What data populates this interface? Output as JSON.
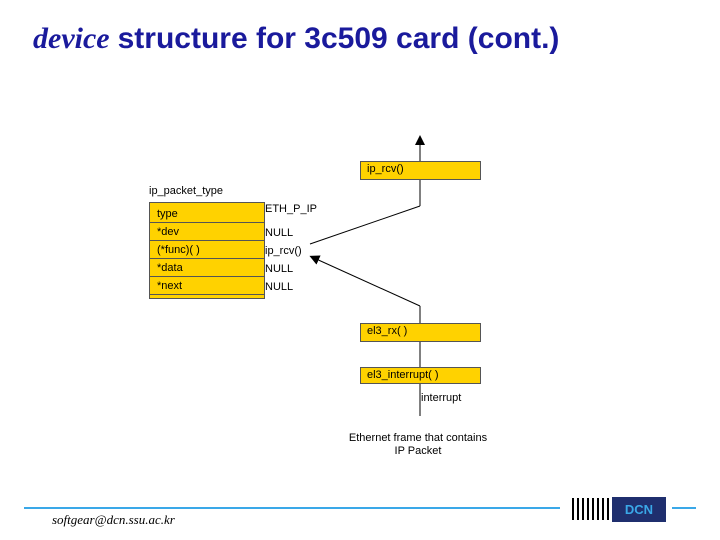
{
  "slide": {
    "title_italic": "device",
    "title_rest": "structure for 3c509 card (cont.)"
  },
  "diagram": {
    "struct_name": "ip_packet_type",
    "fields": [
      {
        "name": "type",
        "value": "ETH_P_IP"
      },
      {
        "name": "*dev",
        "value": "NULL"
      },
      {
        "name": "(*func)( )",
        "value": "ip_rcv()"
      },
      {
        "name": "*data",
        "value": "NULL"
      },
      {
        "name": "*next",
        "value": "NULL"
      }
    ],
    "functions": {
      "ip_rcv": "ip_rcv()",
      "el3_rx": "el3_rx( )",
      "el3_interrupt": "el3_interrupt( )"
    },
    "interrupt_label": "interrupt",
    "frame_caption_line1": "Ethernet frame that contains",
    "frame_caption_line2": "IP Packet"
  },
  "footer": {
    "email": "softgear@dcn.ssu.ac.kr",
    "logo_text": "DCN"
  },
  "colors": {
    "title": "#1a1a9c",
    "box_fill": "#ffd200",
    "footer_line": "#3aa8e8",
    "logo_bg": "#1f2f6e"
  }
}
